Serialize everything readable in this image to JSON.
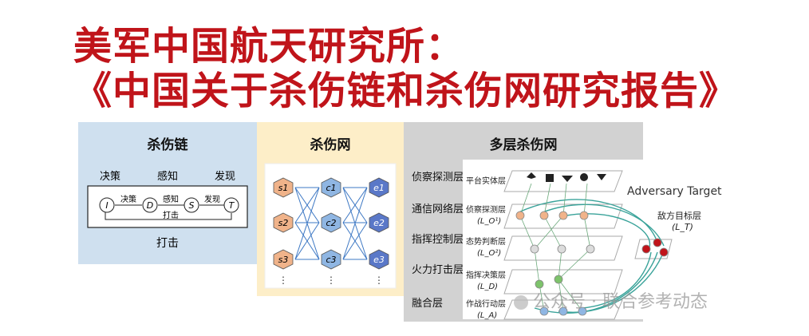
{
  "title": {
    "line1": "美军中国航天研究所：",
    "line2": "《中国关于杀伤链和杀伤网研究报告》"
  },
  "panel_chain": {
    "title": "杀伤链",
    "top_labels": [
      "决策",
      "感知",
      "发现"
    ],
    "nodes": [
      "I",
      "D",
      "S",
      "T"
    ],
    "edge_labels": [
      "决策",
      "感知",
      "发现",
      "打击"
    ],
    "bottom_label": "打击"
  },
  "panel_net": {
    "title": "杀伤网",
    "col_s": [
      "s1",
      "s2",
      "s3"
    ],
    "col_c": [
      "c1",
      "c2",
      "c3"
    ],
    "col_e": [
      "e1",
      "e2",
      "e3"
    ],
    "ellipsis": "⋮"
  },
  "panel_multi": {
    "title": "多层杀伤网",
    "layers": [
      "侦察探测层",
      "通信网络层",
      "指挥控制层",
      "火力打击层",
      "融合层"
    ],
    "plane_labels": [
      {
        "name": "平台实体层",
        "sub": ""
      },
      {
        "name": "侦察探测层",
        "sub": "(L_O¹)"
      },
      {
        "name": "态势判断层",
        "sub": "(L_O²)"
      },
      {
        "name": "指挥决策层",
        "sub": "(L_D)"
      },
      {
        "name": "作战行动层",
        "sub": "(L_A)"
      }
    ],
    "adversary_label": "Adversary Target",
    "enemy_layer": {
      "name": "敌方目标层",
      "sub": "(L_T)"
    }
  },
  "watermark": "公众号 · 联合参考动态",
  "colors": {
    "title_red": "#c0141a",
    "chain_bg": "#cfe0ef",
    "net_bg": "#fdeec8",
    "multi_bg": "#d2d2d2",
    "s_node": "#f0b38a",
    "c_node": "#8fb6e3",
    "e_node": "#5a78c8"
  }
}
